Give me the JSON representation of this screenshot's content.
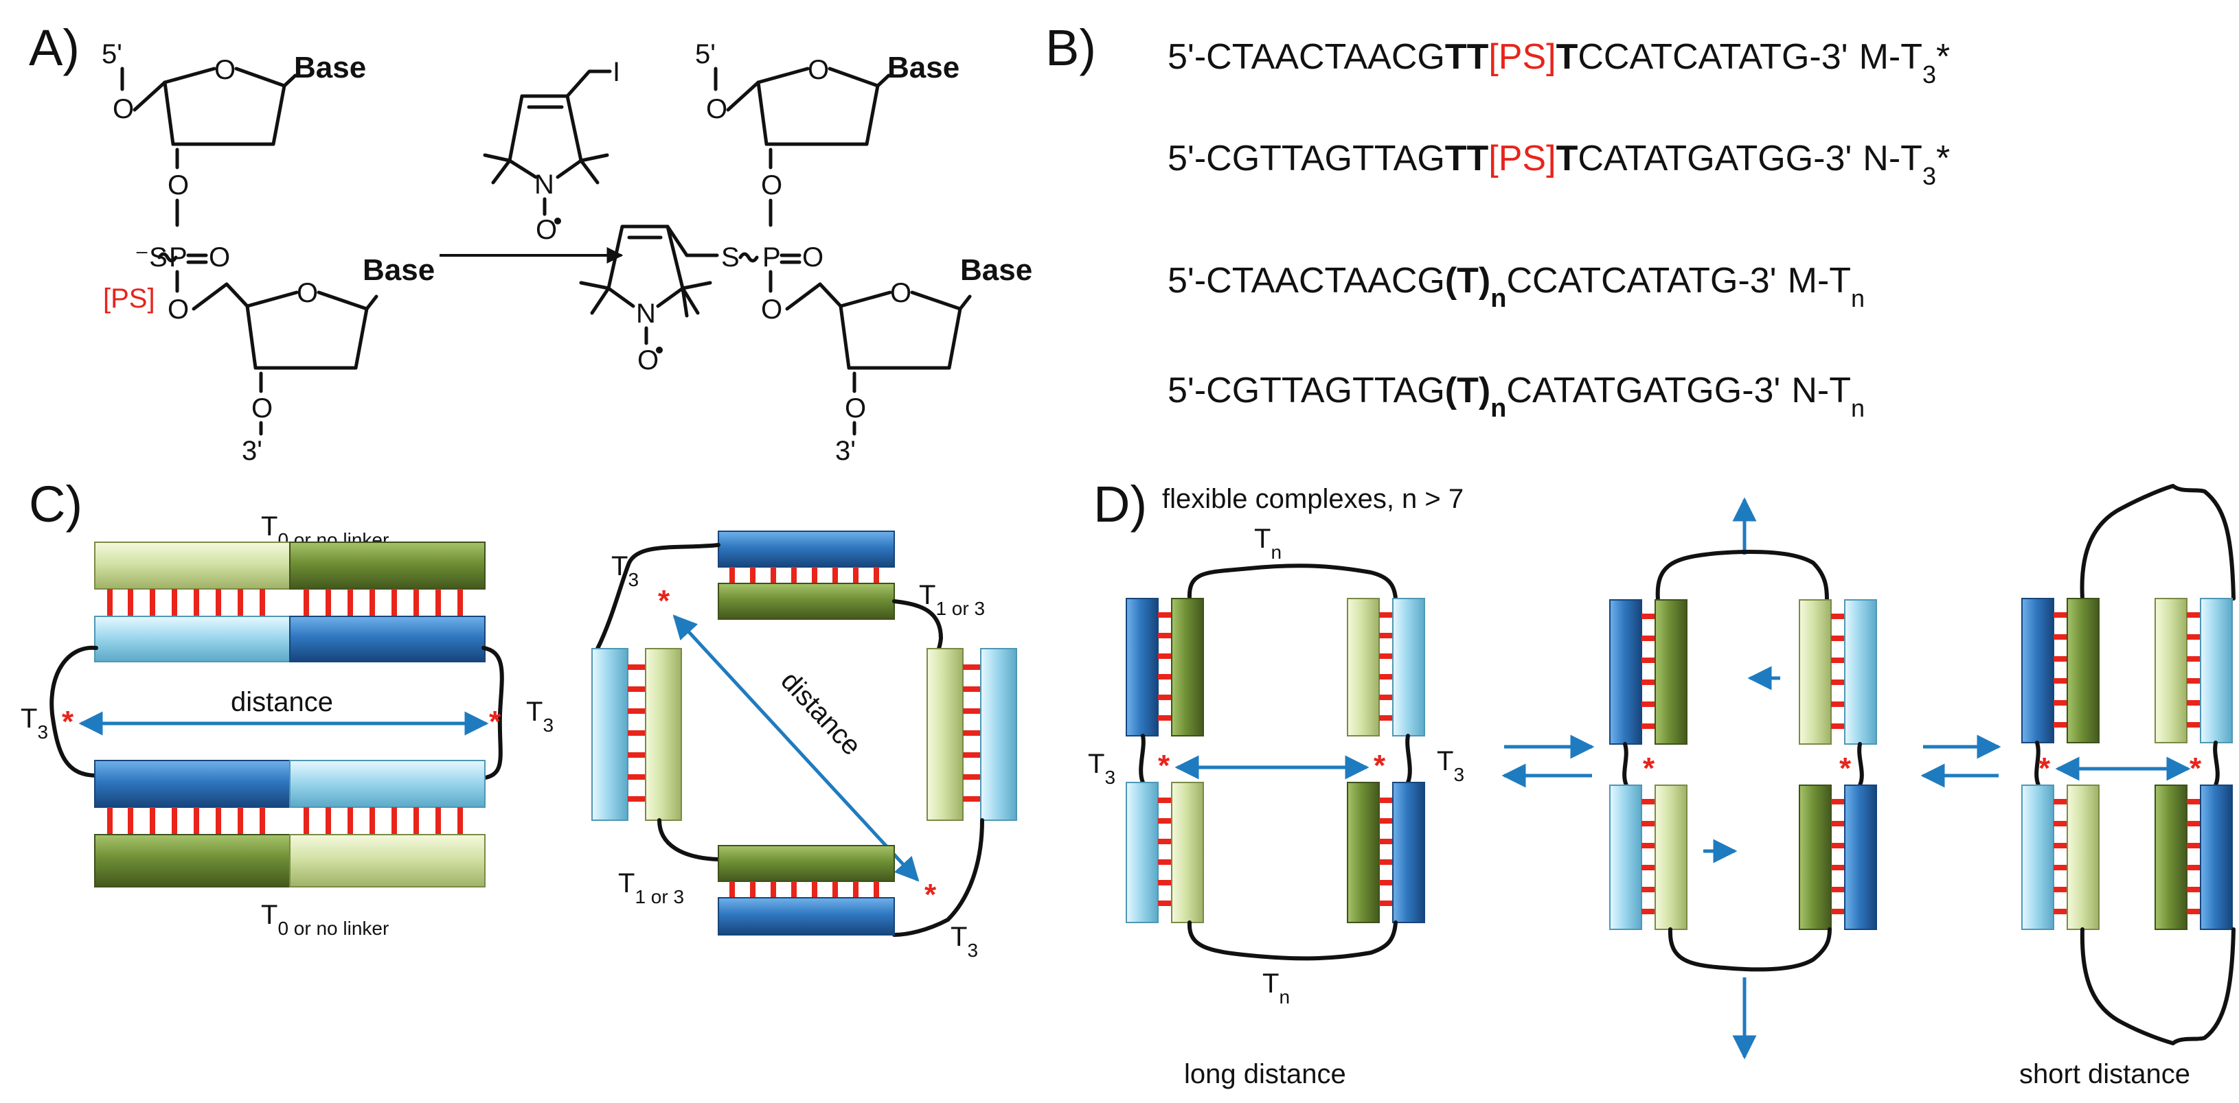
{
  "panels": {
    "a": "A)",
    "b": "B)",
    "c": "C)",
    "d": "D)"
  },
  "chemistry": {
    "five_prime": "5'",
    "three_prime": "3'",
    "base": "Base",
    "oxygen": "O",
    "phosphorus": "P",
    "sulfur": "S",
    "sulfur_anion": "⁻S",
    "nitrogen": "N",
    "oxyl": "O",
    "iodine": "I",
    "phosphorothioate": "[PS]"
  },
  "sequences": [
    {
      "prefix": "5'-CTAACTAACG",
      "bold1": "TT",
      "red": "[PS]",
      "bold2": "T",
      "suffix": "CCATCATATG-3'",
      "name": "M-T",
      "name_sub": "3",
      "name_tail": "*"
    },
    {
      "prefix": "5'-CGTTAGTTAG",
      "bold1": "TT",
      "red": "[PS]",
      "bold2": "T",
      "suffix": "CATATGATGG-3'",
      "name": "N-T",
      "name_sub": "3",
      "name_tail": "*"
    },
    {
      "prefix": "5'-CTAACTAACG",
      "bold1": "(T)",
      "bold_sub": "n",
      "suffix": "CCATCATATG-3'",
      "name": "M-T",
      "name_sub": "n"
    },
    {
      "prefix": "5'-CGTTAGTTAG",
      "bold1": "(T)",
      "bold_sub": "n",
      "suffix": "CATATGATGG-3'",
      "name": "N-T",
      "name_sub": "n"
    }
  ],
  "panel_c": {
    "t0_main": "T",
    "t0_sub": "0 or no linker",
    "t3_main": "T",
    "t3_sub": "3",
    "t13_sub": "1 or 3",
    "distance": "distance",
    "star": "*"
  },
  "panel_d": {
    "title": "flexible complexes, n > 7",
    "tn_main": "T",
    "tn_sub": "n",
    "t3_main": "T",
    "t3_sub": "3",
    "long_distance": "long distance",
    "short_distance": "short distance",
    "star": "*"
  },
  "colors": {
    "strand_red": "#e8241b",
    "arrow_blue": "#1f7bbf",
    "dark_green": "#6d8b34",
    "light_green": "#d5e2ac",
    "dark_blue": "#2f77c0",
    "light_blue": "#9ed8ee"
  }
}
